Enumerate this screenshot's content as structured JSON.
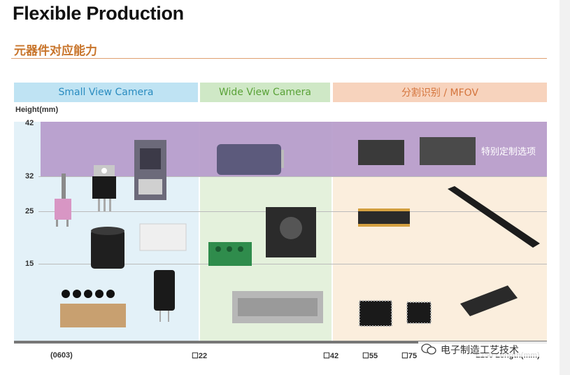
{
  "title": "Flexible Production",
  "subtitle": "元器件对应能力",
  "headers": [
    "Small View Camera",
    "Wide View Camera",
    "分割识别 / MFOV"
  ],
  "y_axis_label": "Height(mm)",
  "y_ticks": [
    "42",
    "32",
    "25",
    "15"
  ],
  "x_labels": [
    "(0603)",
    "22",
    "42",
    "55",
    "75",
    "L150 Length(mm)"
  ],
  "special_label": "特别定制选项",
  "watermark": "电子制造工艺技术",
  "colors": {
    "small_view": "#bfe3f3",
    "wide_view": "#cfe8c6",
    "mfov": "#f7d3bd",
    "purple_band": "#b69bcb",
    "subtitle": "#c8742a"
  }
}
